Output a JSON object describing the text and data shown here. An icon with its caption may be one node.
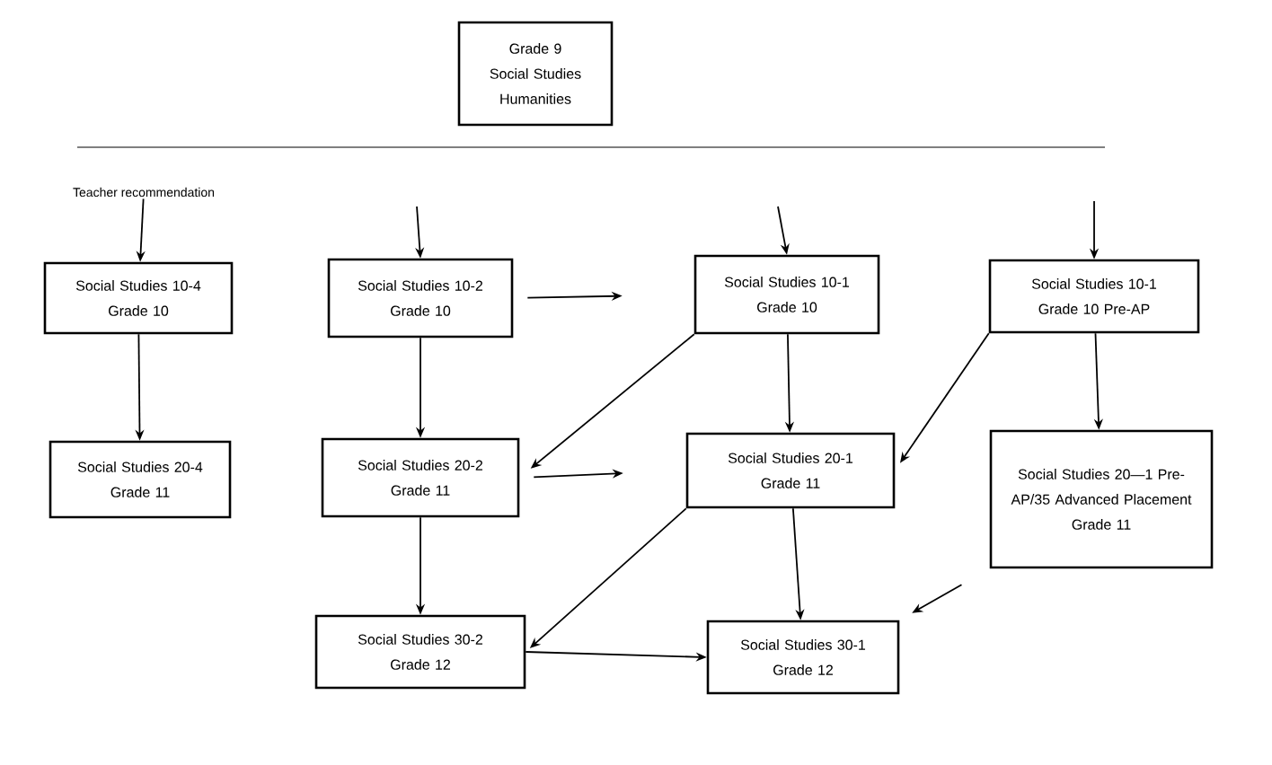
{
  "diagram": {
    "nodes": [
      {
        "text": [
          "Grade 9",
          "Social Studies",
          "Humanities"
        ]
      },
      {
        "text": [
          "Teacher recommendation"
        ]
      },
      {
        "text": [
          "Social Studies 10-4",
          "Grade 10"
        ]
      },
      {
        "text": [
          "Social Studies 10-2",
          "Grade 10"
        ]
      },
      {
        "text": [
          "Social Studies 10-1",
          "Grade 10"
        ]
      },
      {
        "text": [
          "Social Studies 10-1",
          "Grade 10 Pre-AP"
        ]
      },
      {
        "text": [
          "Social Studies 20-4",
          "Grade 11"
        ]
      },
      {
        "text": [
          "Social Studies 20-2",
          "Grade 11"
        ]
      },
      {
        "text": [
          "Social Studies 20-1",
          "Grade 11"
        ]
      },
      {
        "text": [
          "Social Studies 20—1 Pre-AP/35 Advanced Placement",
          "Grade 11"
        ]
      },
      {
        "text": [
          "Social Studies 30-2",
          "Grade 12"
        ]
      },
      {
        "text": [
          "Social Studies 30-1",
          "Grade 12"
        ]
      }
    ],
    "edges": [
      {
        "from": 1,
        "to": 2,
        "arrow": "to"
      },
      {
        "from": null,
        "to": 3,
        "arrow": "to"
      },
      {
        "from": null,
        "to": 4,
        "arrow": "to"
      },
      {
        "from": null,
        "to": 5,
        "arrow": "to"
      },
      {
        "from": 2,
        "to": 6,
        "arrow": "to"
      },
      {
        "from": 3,
        "to": 7,
        "arrow": "to"
      },
      {
        "from": 3,
        "to": 4,
        "arrow": "to"
      },
      {
        "from": 4,
        "to": 7,
        "arrow": "to"
      },
      {
        "from": 4,
        "to": 8,
        "arrow": "to"
      },
      {
        "from": 5,
        "to": 8,
        "arrow": "to"
      },
      {
        "from": 5,
        "to": 9,
        "arrow": "to"
      },
      {
        "from": 7,
        "to": 8,
        "arrow": "to"
      },
      {
        "from": 7,
        "to": 10,
        "arrow": "to"
      },
      {
        "from": 8,
        "to": 10,
        "arrow": "to"
      },
      {
        "from": 8,
        "to": 11,
        "arrow": "to"
      },
      {
        "from": 9,
        "to": 11,
        "arrow": "to"
      },
      {
        "from": 10,
        "to": 11,
        "arrow": "to"
      }
    ]
  }
}
